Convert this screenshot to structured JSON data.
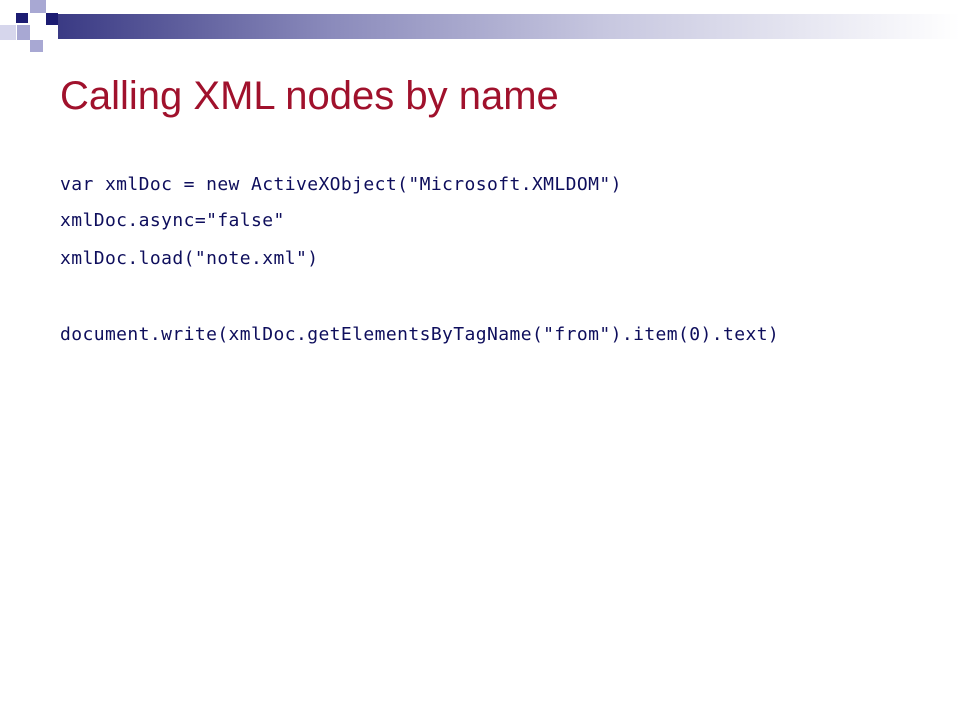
{
  "slide": {
    "title": "Calling XML nodes by name",
    "code_lines": [
      "var xmlDoc = new ActiveXObject(\"Microsoft.XMLDOM\")",
      "xmlDoc.async=\"false\"",
      "xmlDoc.load(\"note.xml\")",
      "document.write(xmlDoc.getElementsByTagName(\"from\").item(0).text)"
    ]
  },
  "colors": {
    "title": "#a0112c",
    "code": "#0e0e5c",
    "accent_navy": "#1c1c72",
    "accent_lavender": "#a8a8d3"
  }
}
